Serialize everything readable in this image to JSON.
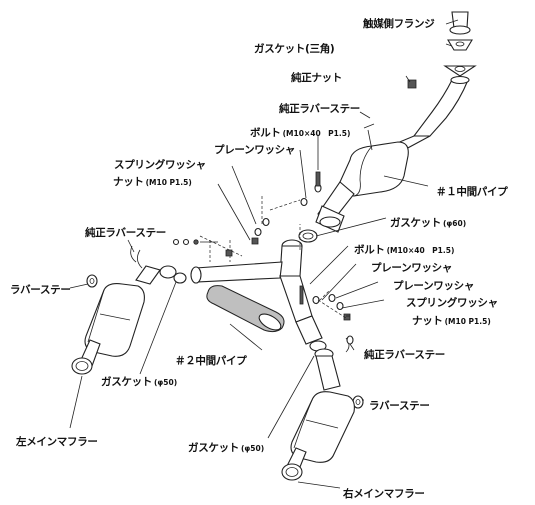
{
  "labels": {
    "catalyst_flange": "触媒側フランジ",
    "gasket_triangle": "ガスケット(三角)",
    "stock_nut_top": "純正ナット",
    "stock_rubber_stay_top": "純正ラバーステー",
    "bolt_top": {
      "text": "ボルト",
      "spec": "(M10×40　P1.5)"
    },
    "plain_washer_top": "プレーンワッシャ",
    "spring_washer_top": "スプリングワッシャ",
    "nut_top": {
      "text": "ナット",
      "spec": "(M10 P1.5)"
    },
    "mid_pipe_1": "＃１中間パイプ",
    "gasket_60": {
      "text": "ガスケット",
      "spec": "(φ60)"
    },
    "stock_rubber_stay_left": "純正ラバーステー",
    "rubber_stay_left": "ラバーステー",
    "bolt_right": {
      "text": "ボルト",
      "spec": "(M10×40　P1.5)"
    },
    "plain_washer_right": "プレーンワッシャ",
    "plain_washer_right2": "プレーンワッシャ",
    "spring_washer_right": "スプリングワッシャ",
    "nut_right": {
      "text": "ナット",
      "spec": "(M10 P1.5)"
    },
    "mid_pipe_2": "＃２中間パイプ",
    "stock_rubber_stay_right": "純正ラバーステー",
    "gasket_50_left": {
      "text": "ガスケット",
      "spec": "(φ50)"
    },
    "rubber_stay_right": "ラバーステー",
    "left_main_muffler": "左メインマフラー",
    "gasket_50_right": {
      "text": "ガスケット",
      "spec": "(φ50)"
    },
    "right_main_muffler": "右メインマフラー"
  }
}
